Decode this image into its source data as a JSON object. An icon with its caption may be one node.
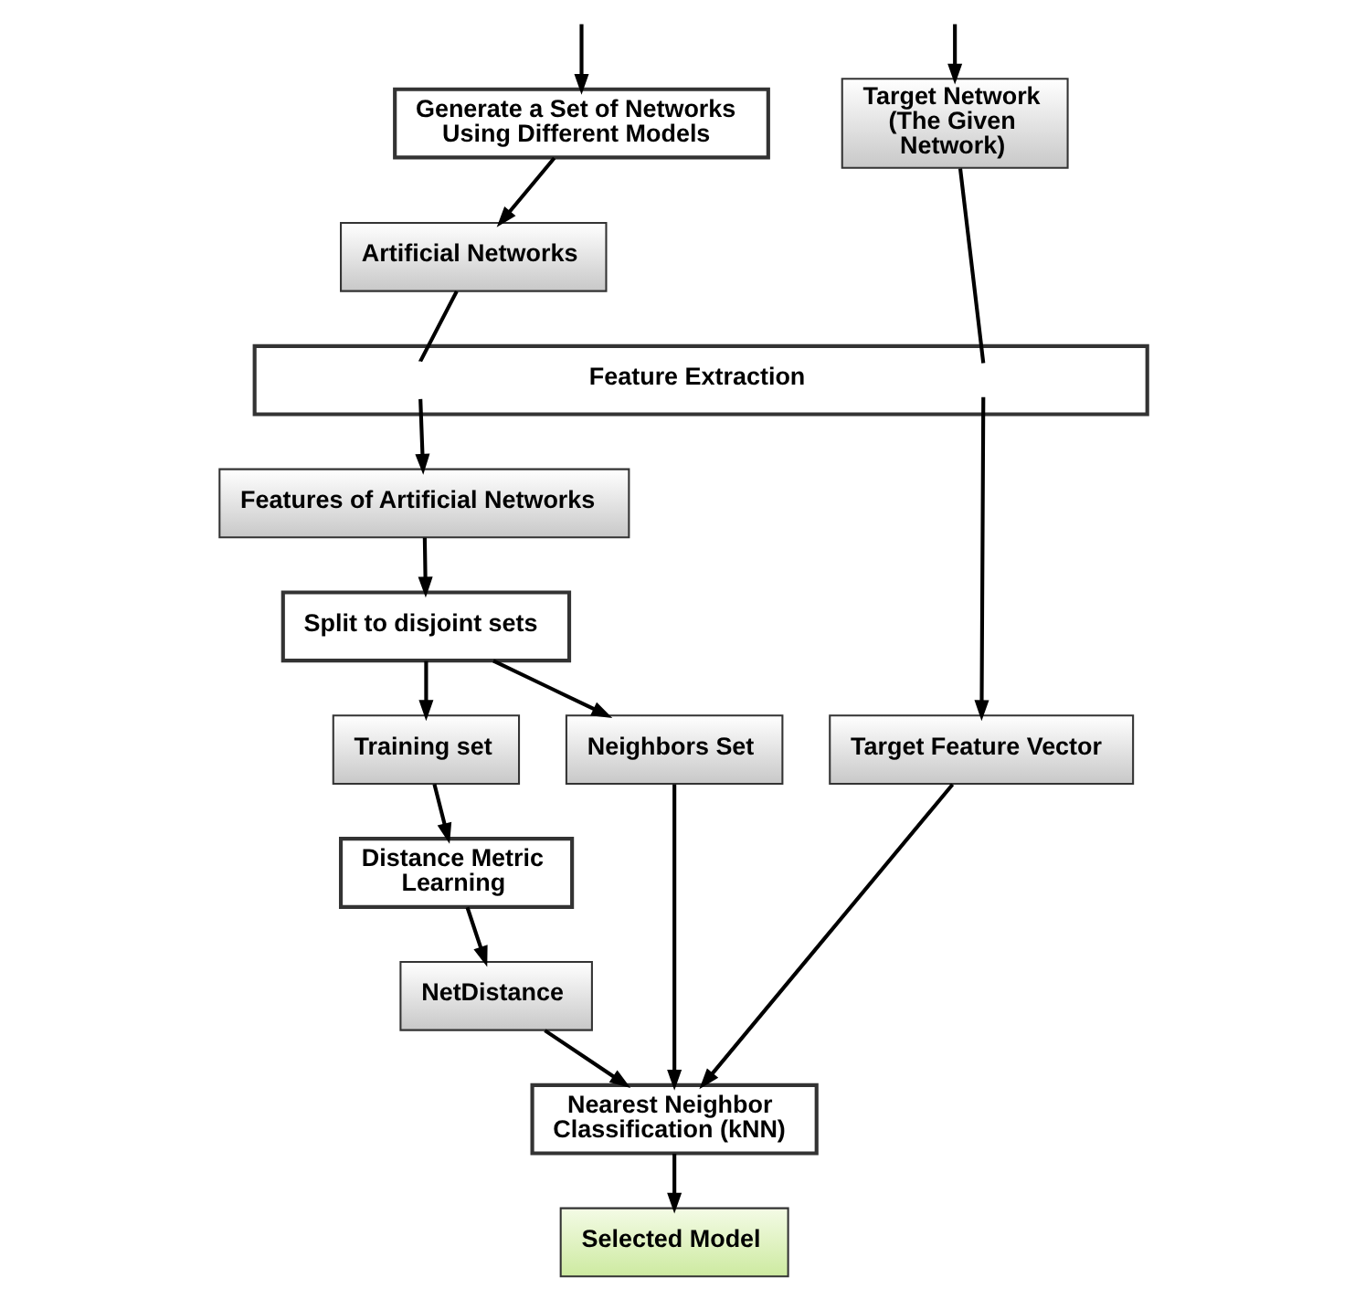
{
  "diagram": {
    "nodes": [
      {
        "text": [
          "Generate a Set of Networks Using Different Models"
        ]
      },
      {
        "text": [
          "Target Network (The Given Network)"
        ]
      },
      {
        "text": [
          "Artificial Networks"
        ]
      },
      {
        "text": [
          "Feature Extraction"
        ]
      },
      {
        "text": [
          "Features of Artificial Networks"
        ]
      },
      {
        "text": [
          "Split to disjoint sets"
        ]
      },
      {
        "text": [
          "Training set"
        ]
      },
      {
        "text": [
          "Neighbors Set"
        ]
      },
      {
        "text": [
          "Target Feature Vector"
        ]
      },
      {
        "text": [
          "Distance Metric Learning"
        ]
      },
      {
        "text": [
          "NetDistance"
        ]
      },
      {
        "text": [
          "Nearest Neighbor Classification (kNN)"
        ]
      },
      {
        "text": [
          "Selected Model"
        ]
      }
    ],
    "edges": [
      {
        "from": null,
        "to": 0,
        "arrow": "to"
      },
      {
        "from": null,
        "to": 1,
        "arrow": "to"
      },
      {
        "from": 0,
        "to": 2,
        "arrow": "to"
      },
      {
        "from": 2,
        "to": 3,
        "arrow": "none"
      },
      {
        "from": 3,
        "to": 4,
        "arrow": "to"
      },
      {
        "from": 1,
        "to": 3,
        "arrow": "none"
      },
      {
        "from": 3,
        "to": 8,
        "arrow": "to"
      },
      {
        "from": 4,
        "to": 5,
        "arrow": "to"
      },
      {
        "from": 5,
        "to": 6,
        "arrow": "to"
      },
      {
        "from": 5,
        "to": 7,
        "arrow": "to"
      },
      {
        "from": 6,
        "to": 9,
        "arrow": "to"
      },
      {
        "from": 9,
        "to": 10,
        "arrow": "to"
      },
      {
        "from": 10,
        "to": 11,
        "arrow": "to"
      },
      {
        "from": 7,
        "to": 11,
        "arrow": "to"
      },
      {
        "from": 8,
        "to": 11,
        "arrow": "to"
      },
      {
        "from": 11,
        "to": 12,
        "arrow": "to"
      }
    ]
  }
}
